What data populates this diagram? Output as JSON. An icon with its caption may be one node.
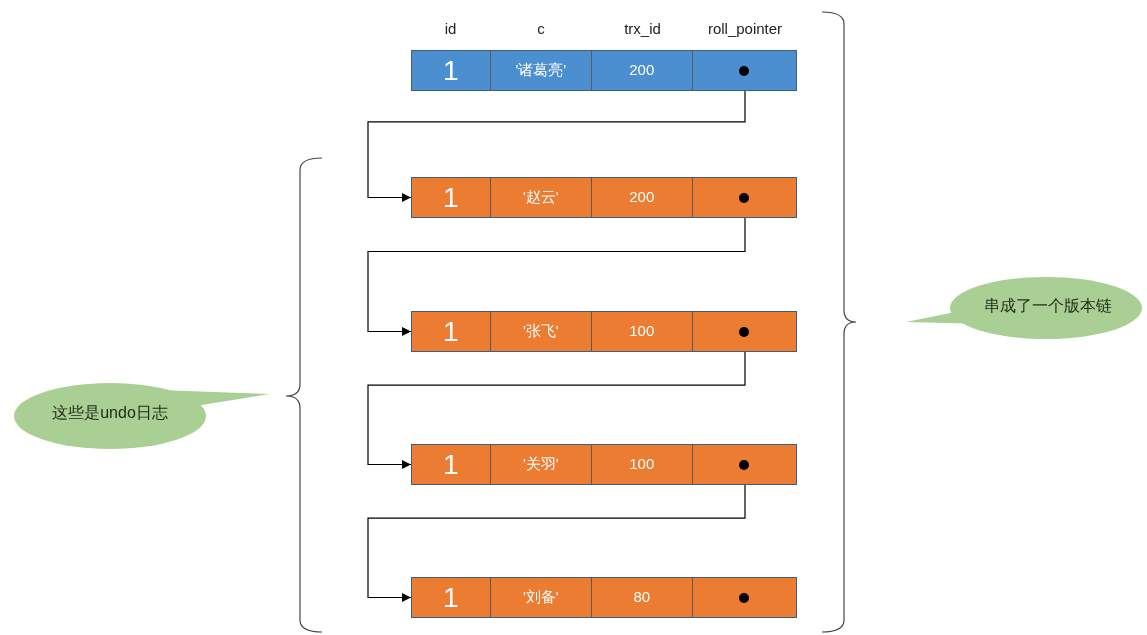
{
  "diagram": {
    "nodes": [
      {
        "text": [
          "1",
          "'诸葛亮'",
          "200"
        ]
      },
      {
        "text": [
          "1",
          "'赵云'",
          "200"
        ]
      },
      {
        "text": [
          "1",
          "'张飞'",
          "100"
        ]
      },
      {
        "text": [
          "1",
          "'关羽'",
          "100"
        ]
      },
      {
        "text": [
          "1",
          "'刘备'",
          "80"
        ]
      },
      {
        "text": [
          "串成了一个版本链"
        ]
      },
      {
        "text": [
          "这些是undo日志"
        ]
      }
    ],
    "edges": [
      {
        "from": 0,
        "to": 1,
        "arrow": "to"
      },
      {
        "from": 1,
        "to": 2,
        "arrow": "to"
      },
      {
        "from": 2,
        "to": 3,
        "arrow": "to"
      },
      {
        "from": 3,
        "to": 4,
        "arrow": "to"
      }
    ],
    "labels": [
      "id",
      "c",
      "trx_id",
      "roll_pointer"
    ]
  }
}
